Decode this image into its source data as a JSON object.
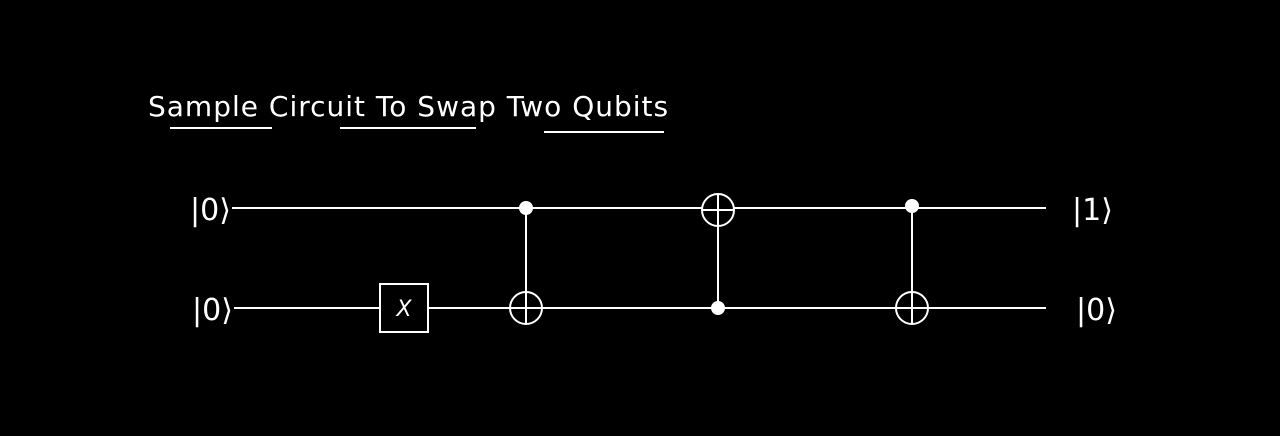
{
  "title": "Sample Circuit To Swap Two Qubits",
  "colors": {
    "background": "#000000",
    "ink": "#ffffff"
  },
  "qubits": [
    {
      "input": "|0⟩",
      "output": "|1⟩"
    },
    {
      "input": "|0⟩",
      "output": "|0⟩"
    }
  ],
  "gates": [
    {
      "type": "X",
      "qubit": 1,
      "label": "X"
    },
    {
      "type": "CNOT",
      "control": 0,
      "target": 1
    },
    {
      "type": "CNOT",
      "control": 1,
      "target": 0
    },
    {
      "type": "CNOT",
      "control": 0,
      "target": 1
    }
  ]
}
